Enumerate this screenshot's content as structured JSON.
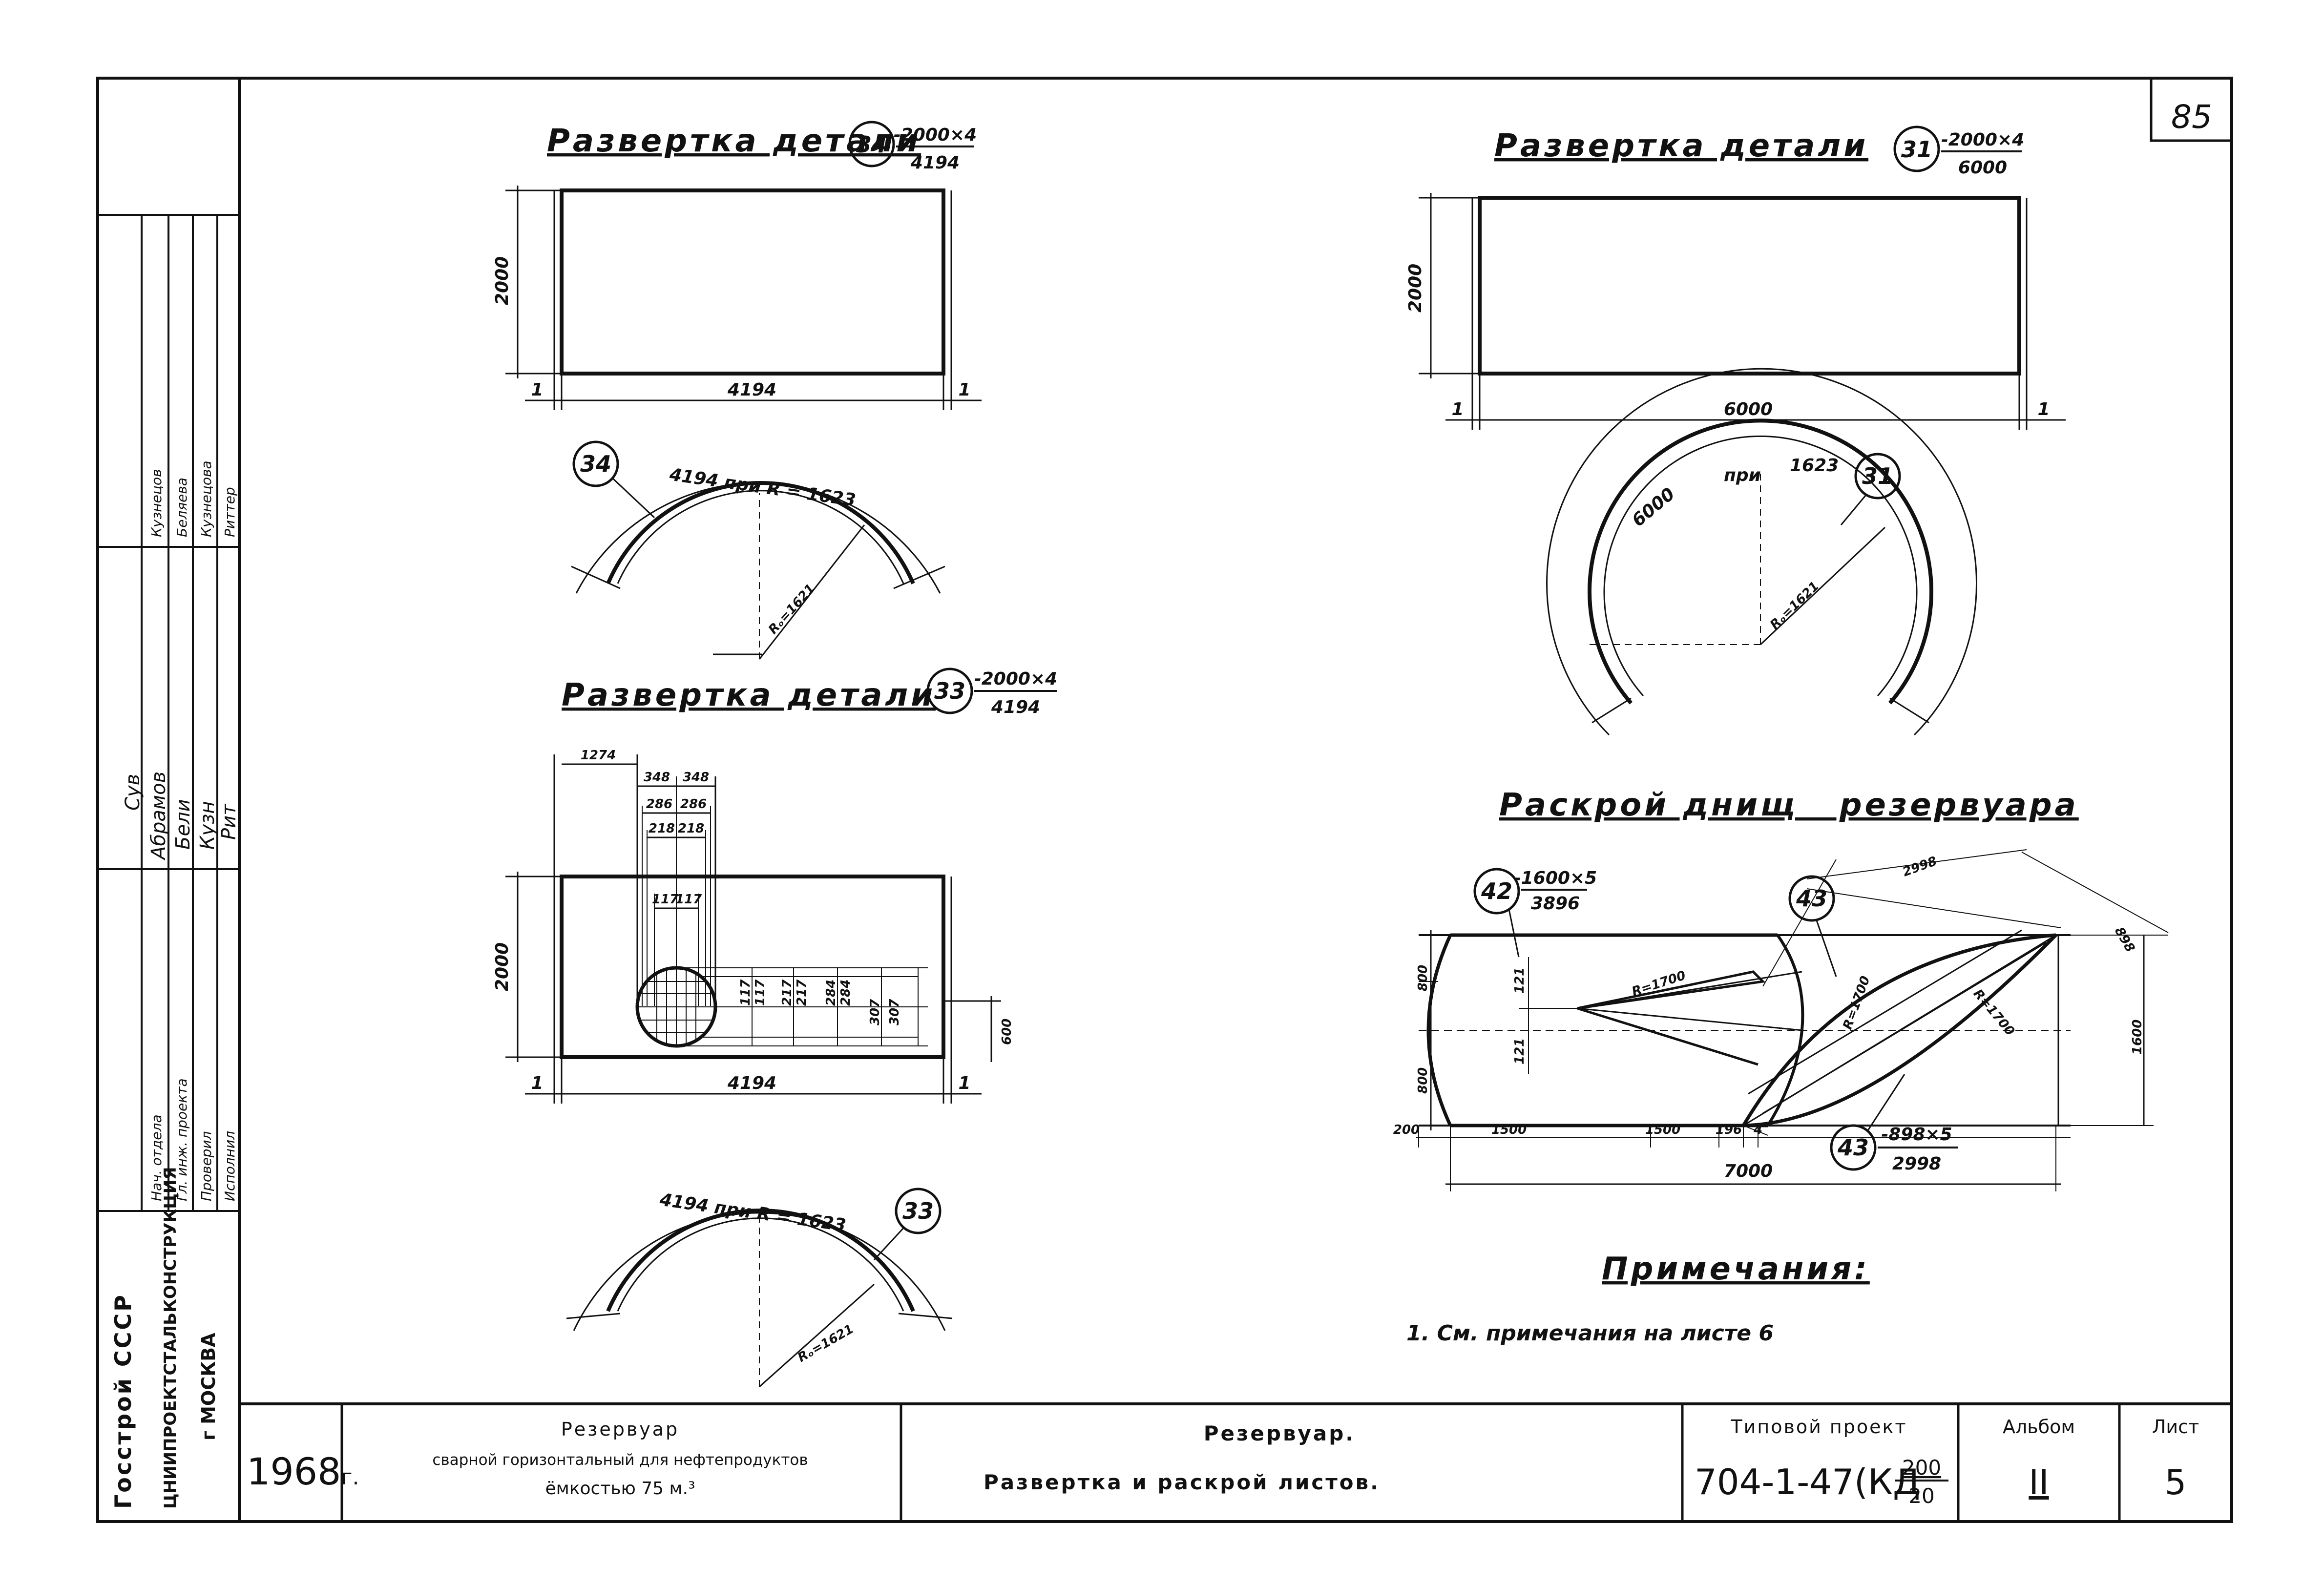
{
  "sheet_number": "85",
  "organization": {
    "gosstroy": "Госстрой СССР",
    "institute": "ЦНИИПРОЕКТСТАЛЬКОНСТРУКЦИЯ",
    "city": "г МОСКВА"
  },
  "signatures": {
    "roles": [
      "Нач. отдела",
      "Гл. инж. проекта",
      "Проверил",
      "Исполнил"
    ],
    "names": [
      "Кузнецов",
      "Беляева",
      "Кузнецова",
      "Риттер"
    ],
    "signs": [
      "Сув",
      "Абрамов",
      "Бели",
      "Кузн",
      "Рит"
    ]
  },
  "title_block": {
    "year": "1968",
    "year_suffix": "г.",
    "object_line1": "Резервуар",
    "object_line2": "сварной горизонтальный для нефтепродуктов",
    "object_line3": "ёмкостью 75 м.³",
    "drawing_line1": "Резервуар.",
    "drawing_line2": "Развертка и раскрой листов.",
    "project_label": "Типовой проект",
    "project_number": "704-1-47",
    "project_code": "КД",
    "project_frac_top": "200",
    "project_frac_bottom": "20",
    "album_label": "Альбом",
    "album_value": "II",
    "sheet_label": "Лист",
    "sheet_value": "5"
  },
  "detail34": {
    "title": "Развертка детали",
    "callout": "34",
    "frac_top": "-2000×4",
    "frac_bottom": "4194",
    "height": "2000",
    "width": "4194",
    "left_gap": "1",
    "right_gap": "1",
    "arc_label": "4194 при R = 1623",
    "radius": "Rₒ=1621",
    "arc_callout": "34"
  },
  "detail31": {
    "title": "Развертка детали",
    "callout": "31",
    "frac_top": "-2000×4",
    "frac_bottom": "6000",
    "height": "2000",
    "width": "6000",
    "left_gap": "1",
    "right_gap": "1",
    "arc_label_a": "6000",
    "arc_label_b": "при",
    "arc_label_c": "1623",
    "radius": "Rₒ=1621",
    "arc_callout": "31"
  },
  "detail33": {
    "title": "Развертка детали",
    "callout": "33",
    "frac_top": "-2000×4",
    "frac_bottom": "4194",
    "height": "2000",
    "width": "4194",
    "left_gap": "1",
    "right_gap": "1",
    "hole_offset_x": "1274",
    "hole_offset_y": "600",
    "dims_top": [
      "348",
      "348"
    ],
    "dims_mid1": [
      "286",
      "286"
    ],
    "dims_mid2": [
      "218",
      "218"
    ],
    "dims_mid3": [
      "117",
      "117"
    ],
    "dims_vert": [
      "117",
      "117",
      "217",
      "217",
      "284",
      "284",
      "307",
      "307"
    ],
    "arc_label": "4194 при R = 1623",
    "radius": "Rₒ=1621",
    "arc_callout": "33"
  },
  "bottoms": {
    "title": "Раскрой днищ   резервуара",
    "callout42": "42",
    "frac42_top": "-1600×5",
    "frac42_bottom": "3896",
    "callout43a": "43",
    "callout43b": "43",
    "frac43_top": "-898×5",
    "frac43_bottom": "2998",
    "h_top": "800",
    "h_bottom": "800",
    "h_total": "1600",
    "v121a": "121",
    "v121b": "121",
    "r_left": "R=1700",
    "r_mid": "R=1700",
    "r_right": "R=1700",
    "diag_len": "2998",
    "diag_w": "898",
    "w_200": "200",
    "w_1500a": "1500",
    "w_1500b": "1500",
    "w_196": "196",
    "w_4": "4",
    "w_total": "7000"
  },
  "notes": {
    "title": "Примечания:",
    "item1": "1. См. примечания на листе 6"
  }
}
